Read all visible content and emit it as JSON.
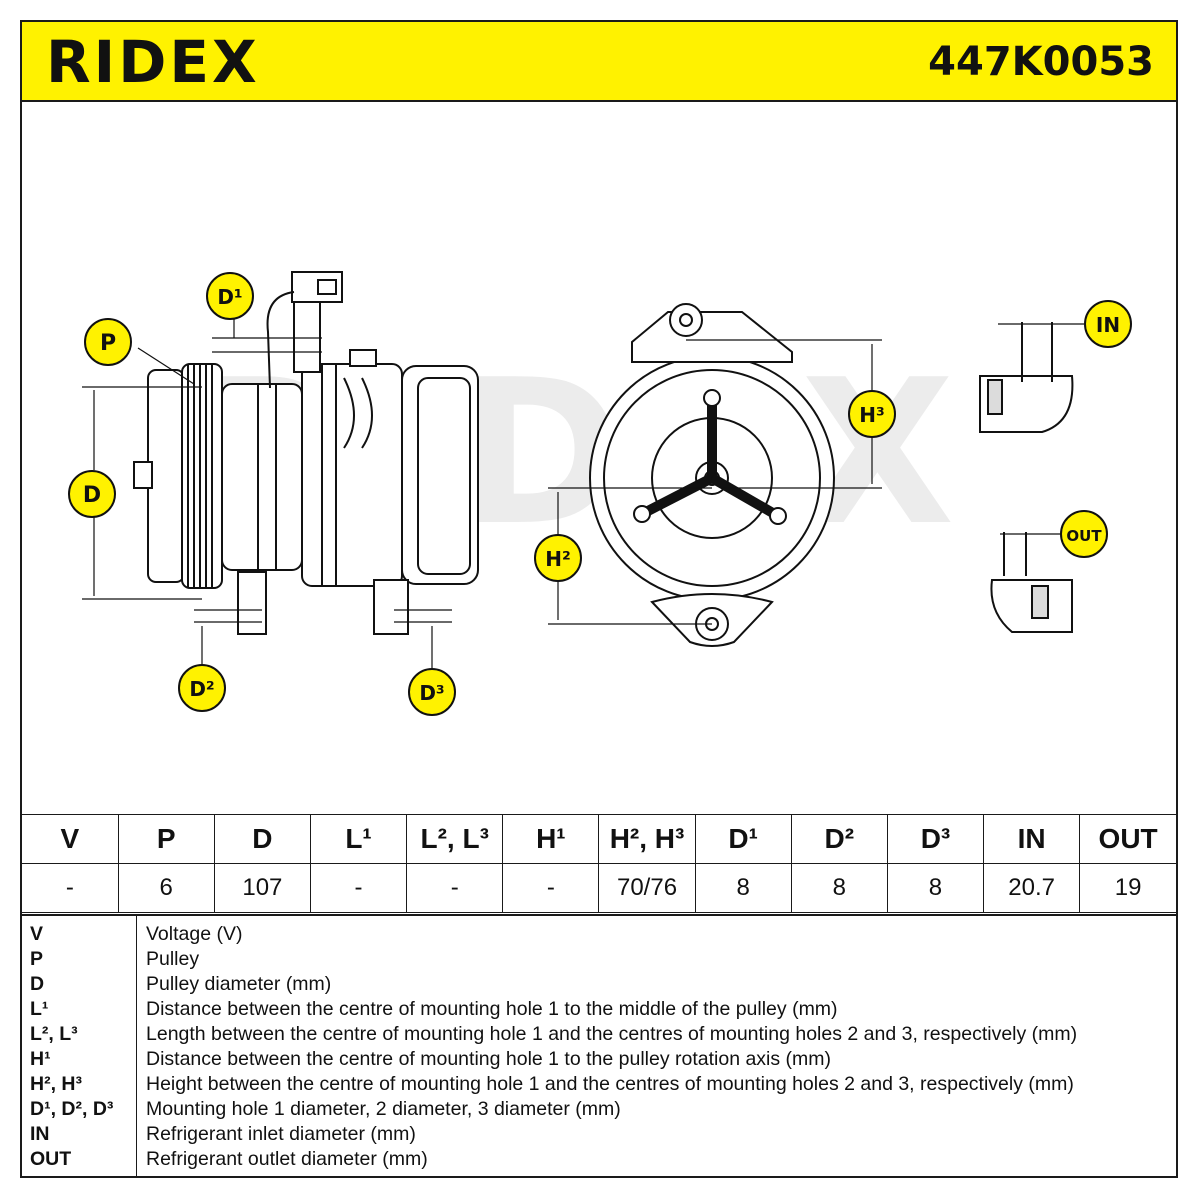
{
  "header": {
    "brand": "RIDEX",
    "part_number": "447K0053",
    "background_color": "#fff200"
  },
  "drawing": {
    "watermark": "RIDEX",
    "callouts": {
      "p": "P",
      "d": "D",
      "d1": "D¹",
      "d2": "D²",
      "d3": "D³",
      "h2": "H²",
      "h3": "H³",
      "in": "IN",
      "out": "OUT"
    },
    "callout_color": "#fff200"
  },
  "specs": {
    "headers": [
      "V",
      "P",
      "D",
      "L¹",
      "L², L³",
      "H¹",
      "H², H³",
      "D¹",
      "D²",
      "D³",
      "IN",
      "OUT"
    ],
    "values": [
      "-",
      "6",
      "107",
      "-",
      "-",
      "-",
      "70/76",
      "8",
      "8",
      "8",
      "20.7",
      "19"
    ]
  },
  "legend": [
    {
      "key": "V",
      "desc": "Voltage (V)"
    },
    {
      "key": "P",
      "desc": "Pulley"
    },
    {
      "key": "D",
      "desc": "Pulley diameter (mm)"
    },
    {
      "key": "L¹",
      "desc": "Distance between the centre of mounting hole 1 to the middle of the pulley (mm)"
    },
    {
      "key": "L², L³",
      "desc": "Length between the centre of mounting hole 1 and the centres of mounting holes 2 and 3, respectively (mm)"
    },
    {
      "key": "H¹",
      "desc": "Distance between the centre of mounting hole 1 to the pulley rotation axis (mm)"
    },
    {
      "key": "H², H³",
      "desc": "Height between the centre of mounting hole 1 and the centres of mounting holes 2 and 3, respectively (mm)"
    },
    {
      "key": "D¹, D², D³",
      "desc": "Mounting hole 1 diameter, 2 diameter, 3 diameter (mm)"
    },
    {
      "key": "IN",
      "desc": "Refrigerant inlet diameter (mm)"
    },
    {
      "key": "OUT",
      "desc": "Refrigerant outlet diameter (mm)"
    }
  ]
}
